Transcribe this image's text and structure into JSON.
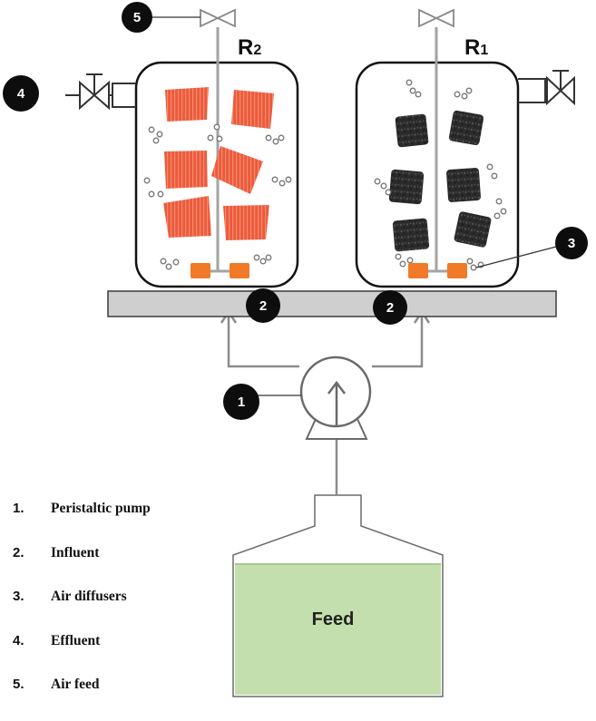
{
  "reactors": {
    "r2_label": "R",
    "r2_sub": "2",
    "r1_label": "R",
    "r1_sub": "1"
  },
  "feed_label": "Feed",
  "markers": {
    "pump": "1",
    "influent": "2",
    "diffusers": "3",
    "effluent": "4",
    "air_feed": "5"
  },
  "legend": [
    {
      "num": "1.",
      "label": "Peristaltic pump"
    },
    {
      "num": "2.",
      "label": "Influent"
    },
    {
      "num": "3.",
      "label": "Air diffusers"
    },
    {
      "num": "4.",
      "label": "Effluent"
    },
    {
      "num": "5.",
      "label": "Air feed"
    }
  ],
  "colors": {
    "pipe": "#8c8c8c",
    "platform": "#cfcfcf",
    "carrier_red": "#ec5a3c",
    "carrier_black": "#2a2a2a",
    "diffuser": "#f07a28",
    "feed_liquid": "#c4dfae",
    "marker": "#0d0d0d"
  }
}
